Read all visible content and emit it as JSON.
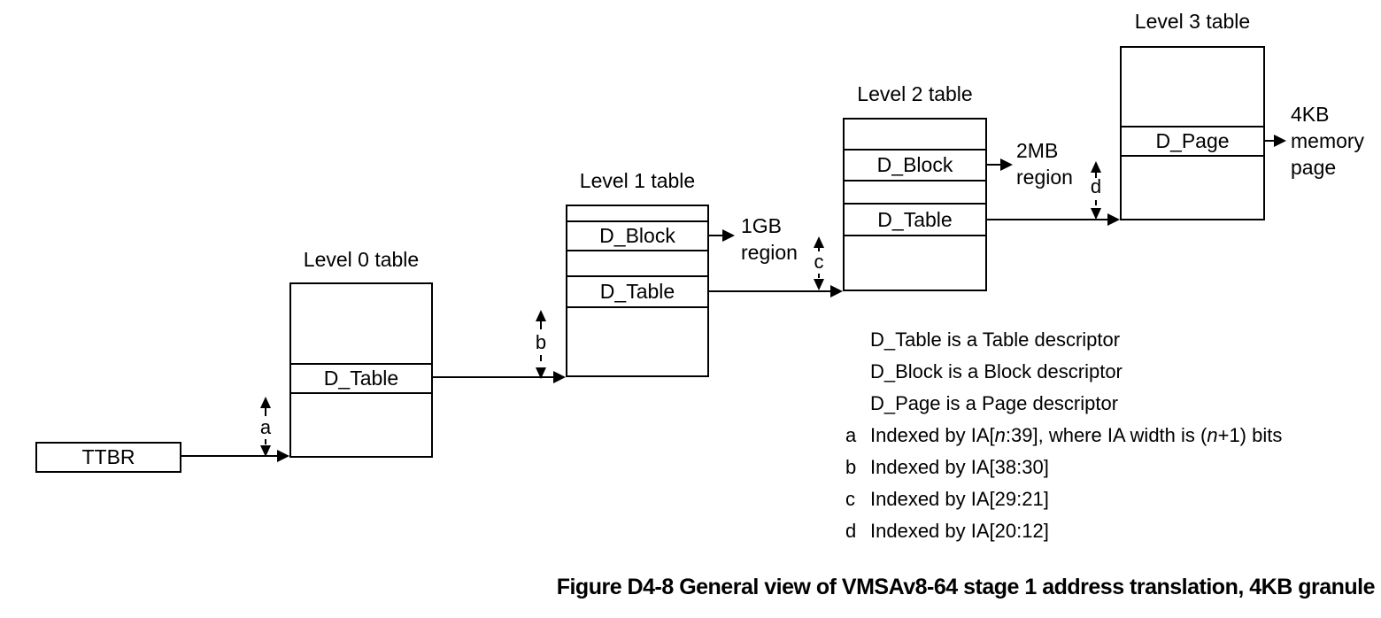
{
  "figure": {
    "caption": "Figure D4-8 General view of VMSAv8-64 stage 1 address translation, 4KB granule"
  },
  "ttbr": {
    "label": "TTBR"
  },
  "tables": [
    {
      "title": "Level 0 table",
      "rows": [
        {
          "label": "D_Table"
        }
      ]
    },
    {
      "title": "Level 1 table",
      "rows": [
        {
          "label": "D_Block"
        },
        {
          "label": "D_Table"
        }
      ]
    },
    {
      "title": "Level 2 table",
      "rows": [
        {
          "label": "D_Block"
        },
        {
          "label": "D_Table"
        }
      ]
    },
    {
      "title": "Level 3 table",
      "rows": [
        {
          "label": "D_Page"
        }
      ]
    }
  ],
  "letters": {
    "a": "a",
    "b": "b",
    "c": "c",
    "d": "d"
  },
  "outputs": {
    "gb": [
      "1GB",
      "region"
    ],
    "mb": [
      "2MB",
      "region"
    ],
    "kb": [
      "4KB",
      "memory",
      "page"
    ]
  },
  "notes": {
    "descriptors": [
      "D_Table is a Table descriptor",
      "D_Block is a Block descriptor",
      "D_Page is a Page descriptor"
    ],
    "indexed": [
      {
        "letter": "a",
        "p0": "Indexed by IA[",
        "i0": "n",
        "p1": ":39], where IA width is (",
        "i1": "n",
        "p2": "+1) bits"
      },
      {
        "letter": "b",
        "p0": "Indexed by IA[38:30]"
      },
      {
        "letter": "c",
        "p0": "Indexed by IA[29:21]"
      },
      {
        "letter": "d",
        "p0": "Indexed by IA[20:12]"
      }
    ]
  }
}
